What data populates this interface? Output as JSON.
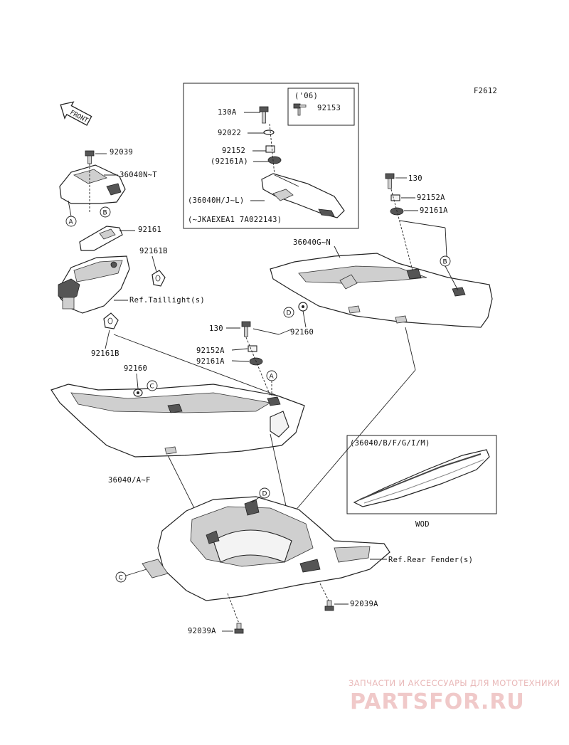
{
  "diagram": {
    "code": "F2612",
    "front_arrow": "FRONT",
    "labels": {
      "l92039": "92039",
      "l36040NT": "36040N~T",
      "l92161": "92161",
      "l92161B_a": "92161B",
      "refTaillight": "Ref.Taillight(s)",
      "l92161B_b": "92161B",
      "l92160_a": "92160",
      "l36040AF": "36040/A~F",
      "l130_mid": "130",
      "l92152A_mid": "92152A",
      "l92161A_mid": "92161A",
      "l92160_b": "92160",
      "l36040GN": "36040G~N",
      "l130_r": "130",
      "l92152A_r": "92152A",
      "l92161A_r": "92161A",
      "refRearFender": "Ref.Rear Fender(s)",
      "l92039A_r": "92039A",
      "l92039A_b": "92039A",
      "wod": "WOD"
    },
    "inset_top": {
      "year": "('06)",
      "l92153": "92153",
      "l130A": "130A",
      "l92022": "92022",
      "l92152": "92152",
      "l92161A": "(92161A)",
      "l36040HJL": "(36040H/J~L)",
      "serial": "(~JKAEXEA1 7A022143)"
    },
    "inset_bottom": {
      "title": "(36040/B/F/G/I/M)"
    },
    "callouts": [
      "A",
      "B",
      "C",
      "D"
    ]
  },
  "watermark": {
    "line1": "ЗАПЧАСТИ И АКСЕССУАРЫ ДЛЯ МОТОТЕХНИКИ",
    "line2": "PARTSFOR.RU"
  }
}
